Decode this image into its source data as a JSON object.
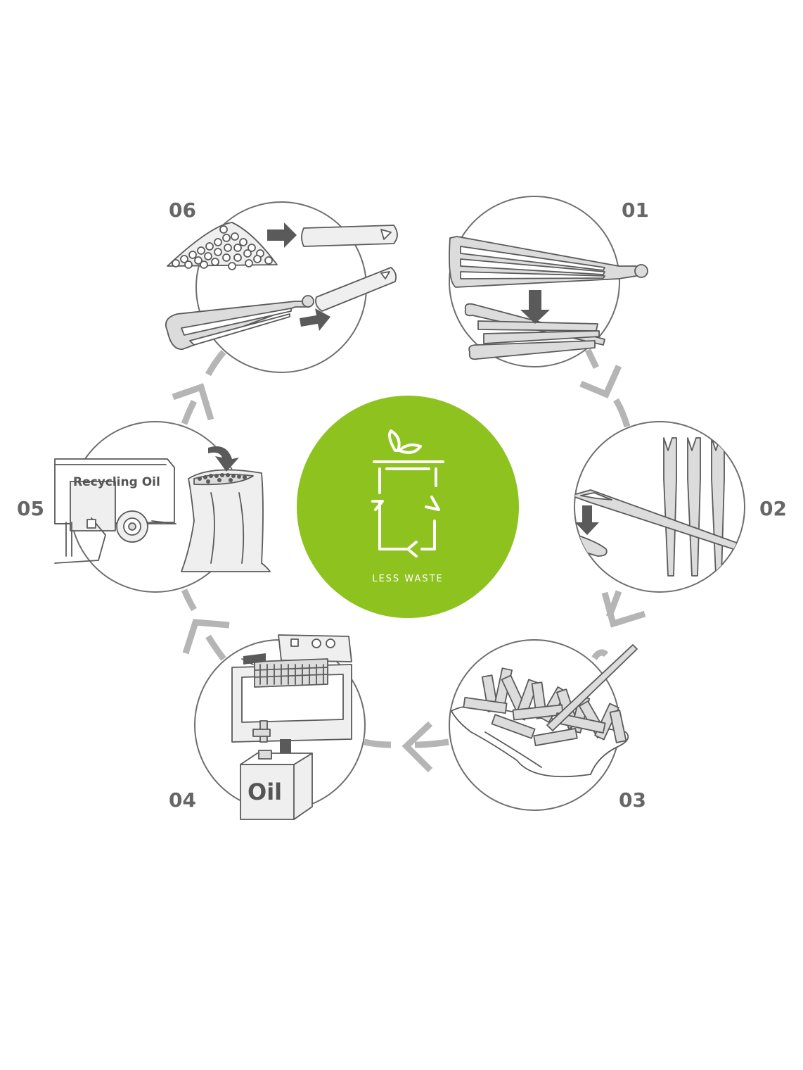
{
  "center": {
    "label": "LESS WASTE",
    "color": "#8dc21f"
  },
  "steps": [
    {
      "number": "01",
      "icon": "spatula-pieces-icon"
    },
    {
      "number": "02",
      "icon": "skewers-icon"
    },
    {
      "number": "03",
      "icon": "fries-tray-icon"
    },
    {
      "number": "04",
      "icon": "fryer-oil-canister-icon"
    },
    {
      "number": "05",
      "icon": "recycling-truck-bag-icon"
    },
    {
      "number": "06",
      "icon": "pellets-to-handle-icon"
    }
  ],
  "truck_text": "Recycling Oil",
  "canister_text": "Oil",
  "colors": {
    "arrow": "#b5b5b5",
    "outline": "#6e6e6e",
    "number_text": "#666666"
  }
}
